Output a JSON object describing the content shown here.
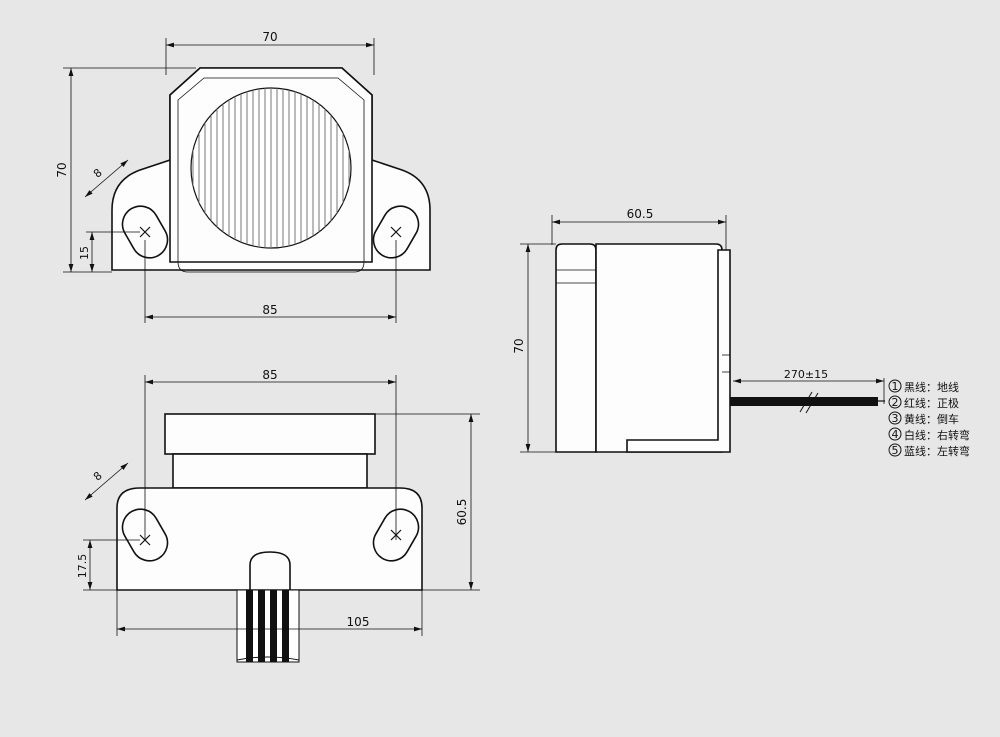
{
  "front_view": {
    "width_label": "70",
    "height_label": "70",
    "slot_width_label": "8",
    "hole_height_label": "15",
    "hole_spacing_label": "85"
  },
  "bottom_view": {
    "hole_spacing_label": "85",
    "slot_width_label": "8",
    "height_label": "60.5",
    "hole_height_label": "17.5",
    "base_width_label": "105"
  },
  "side_view": {
    "depth_label": "60.5",
    "height_label": "70",
    "cable_length_label": "270±15"
  },
  "wire_legend": [
    {
      "num": "1",
      "text": "黑线：地线"
    },
    {
      "num": "2",
      "text": "红线：正极"
    },
    {
      "num": "3",
      "text": "黄线：倒车"
    },
    {
      "num": "4",
      "text": "白线：右转弯"
    },
    {
      "num": "5",
      "text": "蓝线：左转弯"
    }
  ]
}
